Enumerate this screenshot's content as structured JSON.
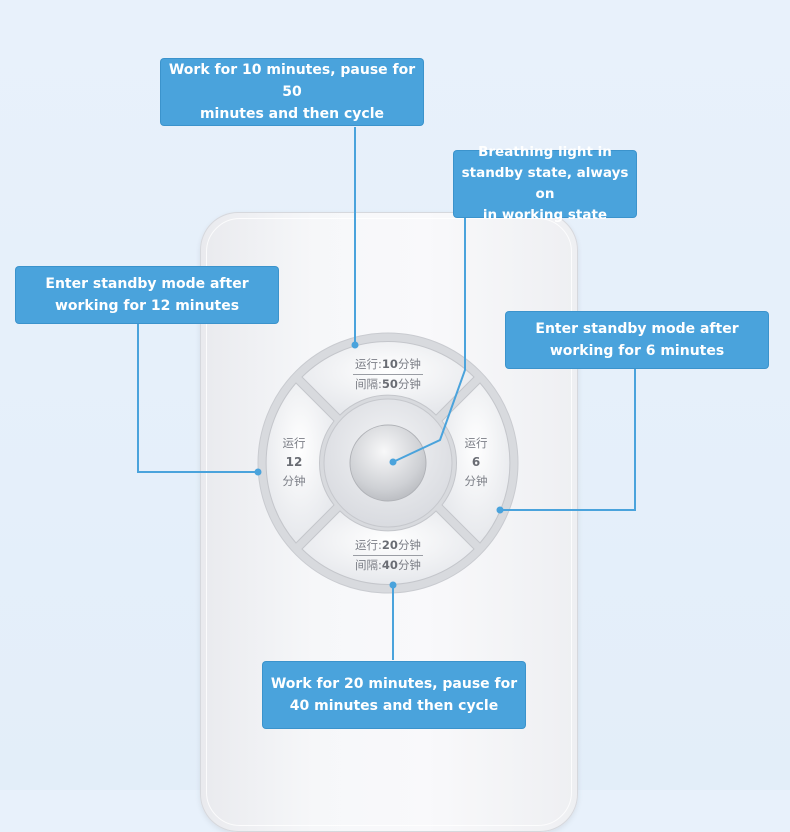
{
  "callouts": {
    "top": {
      "line1": "Work for 10 minutes, pause for 50",
      "line2": "minutes and then cycle"
    },
    "center": {
      "line1": "Breathing light in",
      "line2": "standby state, always on",
      "line3": "in working state"
    },
    "left": {
      "line1": "Enter standby mode after",
      "line2": "working for 12 minutes"
    },
    "right": {
      "line1": "Enter standby mode after",
      "line2": "working for 6 minutes"
    },
    "bottom": {
      "line1": "Work for 20 minutes, pause for",
      "line2": "40 minutes and then cycle"
    }
  },
  "buttons": {
    "top": {
      "run_prefix": "运行:",
      "run_value": "10",
      "run_unit": "分钟",
      "gap_prefix": "间隔:",
      "gap_value": "50",
      "gap_unit": "分钟"
    },
    "bottom": {
      "run_prefix": "运行:",
      "run_value": "20",
      "run_unit": "分钟",
      "gap_prefix": "间隔:",
      "gap_value": "40",
      "gap_unit": "分钟"
    },
    "left": {
      "line1": "运行",
      "value": "12",
      "line3": "分钟"
    },
    "right": {
      "line1": "运行",
      "value": "6",
      "line3": "分钟"
    }
  },
  "colors": {
    "callout": "#4aa3dc",
    "device": "#f4f5f7",
    "background": "#e6f0fa"
  }
}
